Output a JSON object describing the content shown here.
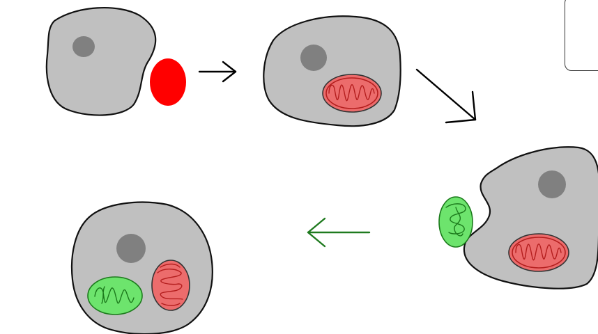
{
  "colors": {
    "cell_fill": "#c0c0c0",
    "cell_outline": "#111111",
    "nucleus_fill": "#808080",
    "red_mitochondrion_fill": "#ff0000",
    "red_mitochondrion_inner": "#ec6c6c",
    "red_cristae": "#b41e1e",
    "green_mitochondrion_fill": "#6de46d",
    "green_cristae": "#1c7a1c",
    "arrow_black": "#000000",
    "arrow_green": "#1f7a1f"
  },
  "stages": [
    {
      "id": 1,
      "label": "",
      "description_visible": false
    },
    {
      "id": 2,
      "label": "",
      "description_visible": false
    },
    {
      "id": 3,
      "label": "",
      "description_visible": false
    },
    {
      "id": 4,
      "label": "",
      "description_visible": false
    }
  ],
  "arrows": [
    {
      "from": 1,
      "to": 2,
      "direction": "right",
      "color": "black"
    },
    {
      "from": 2,
      "to": 3,
      "direction": "down-right",
      "color": "black"
    },
    {
      "from": 3,
      "to": 4,
      "direction": "left",
      "color": "green"
    }
  ]
}
